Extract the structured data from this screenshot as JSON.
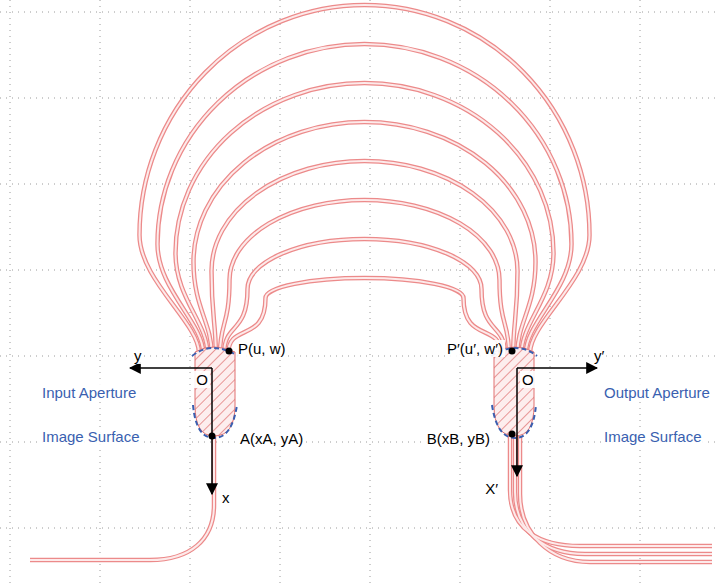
{
  "diagram": {
    "labels": [
      "y",
      "O",
      "P(u, w)",
      "Input Aperture",
      "Image Surface",
      "A(xA, yA)",
      "x",
      "P′(u′, w′)",
      "O",
      "y′",
      "Output Aperture",
      "Image Surface",
      "B(xB, yB)",
      "X′"
    ]
  }
}
